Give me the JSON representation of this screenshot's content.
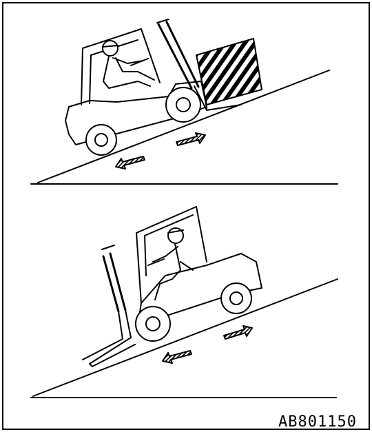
{
  "figure": {
    "code": "AB801150",
    "panels": [
      {
        "id": "top",
        "scene": "loaded-forklift-uphill-load-facing-upslope"
      },
      {
        "id": "bottom",
        "scene": "unloaded-forklift-downhill-forks-facing-downslope"
      }
    ],
    "icons": [
      "forklift-icon",
      "operator-icon",
      "load-crate-icon",
      "direction-arrow-icon"
    ],
    "colors": {
      "line": "#000000",
      "background": "#ffffff"
    }
  }
}
